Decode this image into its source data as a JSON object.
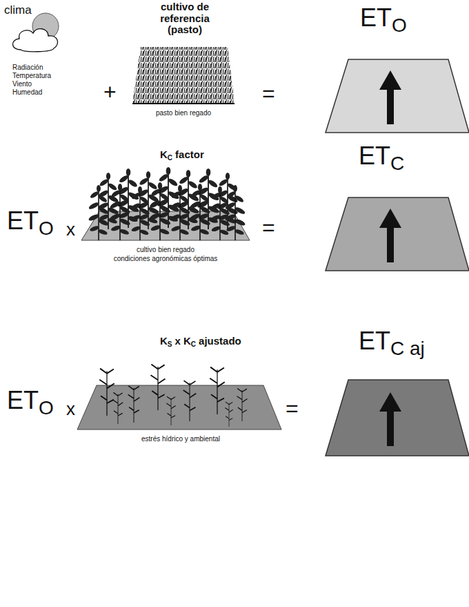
{
  "diagram": {
    "labels": [
      "clima",
      "cultivo de referencia (pasto)",
      "ET",
      "O",
      "Radiación",
      "Temperatura",
      "Viento",
      "Humedad",
      "+",
      "pasto bien regado",
      "=",
      "K",
      "C",
      "factor",
      "ET",
      "C",
      "ET",
      "O",
      "x",
      "cultivo bien regado",
      "condiciones agronómicas óptimas",
      "=",
      "K",
      "S",
      "x K",
      "C",
      "ajustado",
      "ET",
      "C aj",
      "ET",
      "O",
      "x",
      "estrés hídrico y ambiental",
      "="
    ]
  }
}
